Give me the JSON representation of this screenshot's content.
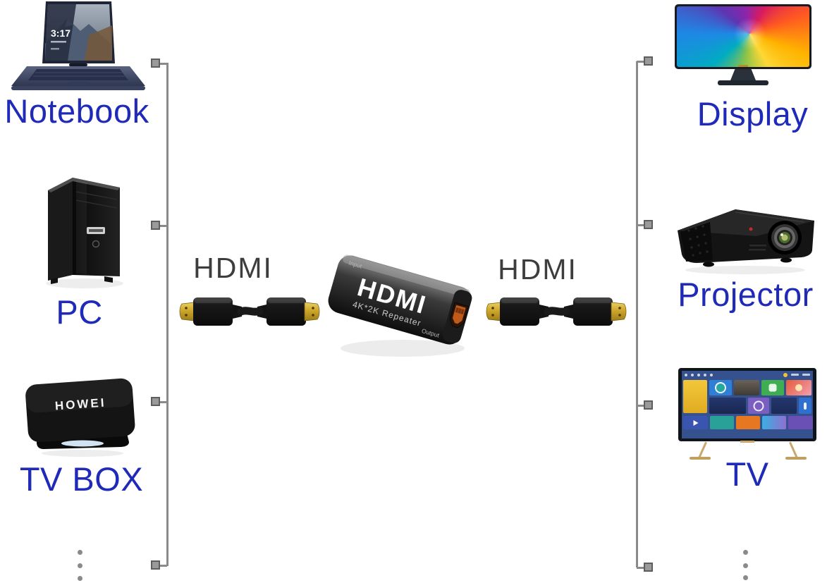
{
  "labels": {
    "notebook": "Notebook",
    "pc": "PC",
    "tvbox": "TV BOX",
    "display": "Display",
    "projector": "Projector",
    "tv": "TV",
    "hdmi_left": "HDMI",
    "hdmi_right": "HDMI"
  },
  "repeater": {
    "logo": "HDMI",
    "model": "4K*2K Repeater",
    "input": "Input",
    "output": "Output"
  },
  "devices": {
    "tvbox_brand": "HOWEI",
    "notebook_time": "3:17"
  },
  "colors": {
    "label_blue": "#1f2ab8",
    "hdmi_text": "#3d3d3d",
    "connector_line": "#8a8a8a",
    "gold": "#c9a227",
    "port_orange": "#c05a1b"
  }
}
